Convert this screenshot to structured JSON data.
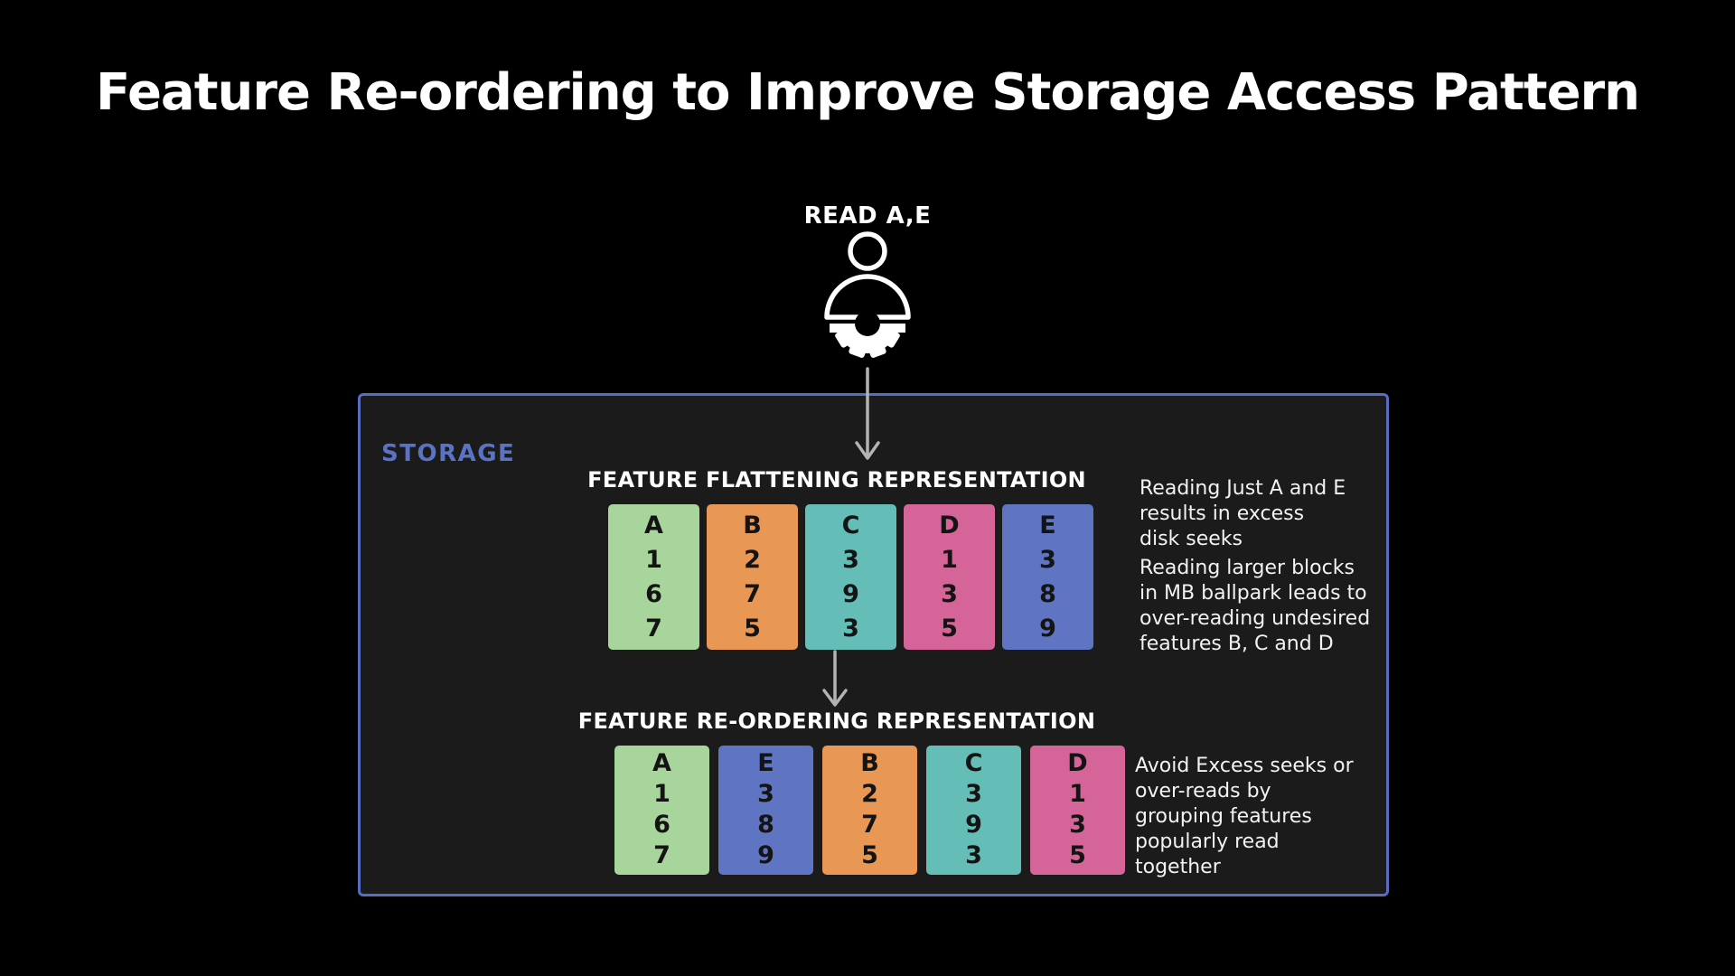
{
  "title": "Feature Re-ordering to Improve Storage Access Pattern",
  "reader": {
    "label": "READ A,E"
  },
  "storage": {
    "label": "STORAGE",
    "border_color": "#5a6cc0",
    "label_color": "#5b73c4",
    "background": "#1b1b1c"
  },
  "arrow_color": "#b3b3b3",
  "flattening": {
    "heading": "FEATURE FLATTENING REPRESENTATION",
    "columns": [
      {
        "label": "A",
        "color": "#a8d59b",
        "values": [
          "1",
          "6",
          "7"
        ]
      },
      {
        "label": "B",
        "color": "#e89755",
        "values": [
          "2",
          "7",
          "5"
        ]
      },
      {
        "label": "C",
        "color": "#64bdb7",
        "values": [
          "3",
          "9",
          "3"
        ]
      },
      {
        "label": "D",
        "color": "#d56599",
        "values": [
          "1",
          "3",
          "5"
        ]
      },
      {
        "label": "E",
        "color": "#5f74c2",
        "values": [
          "3",
          "8",
          "9"
        ]
      }
    ],
    "note_seeks": [
      "Reading Just A and E",
      "results in excess",
      "disk seeks"
    ],
    "note_overread": [
      "Reading larger blocks",
      "in MB ballpark leads to",
      "over-reading undesired",
      "features B, C and D"
    ]
  },
  "reordering": {
    "heading": "FEATURE RE-ORDERING REPRESENTATION",
    "columns": [
      {
        "label": "A",
        "color": "#a8d59b",
        "values": [
          "1",
          "6",
          "7"
        ]
      },
      {
        "label": "E",
        "color": "#5f74c2",
        "values": [
          "3",
          "8",
          "9"
        ]
      },
      {
        "label": "B",
        "color": "#e89755",
        "values": [
          "2",
          "7",
          "5"
        ]
      },
      {
        "label": "C",
        "color": "#64bdb7",
        "values": [
          "3",
          "9",
          "3"
        ]
      },
      {
        "label": "D",
        "color": "#d56599",
        "values": [
          "1",
          "3",
          "5"
        ]
      }
    ],
    "note_grouping": [
      "Avoid Excess seeks or",
      "over-reads by",
      "grouping features",
      "popularly read",
      "together"
    ]
  }
}
